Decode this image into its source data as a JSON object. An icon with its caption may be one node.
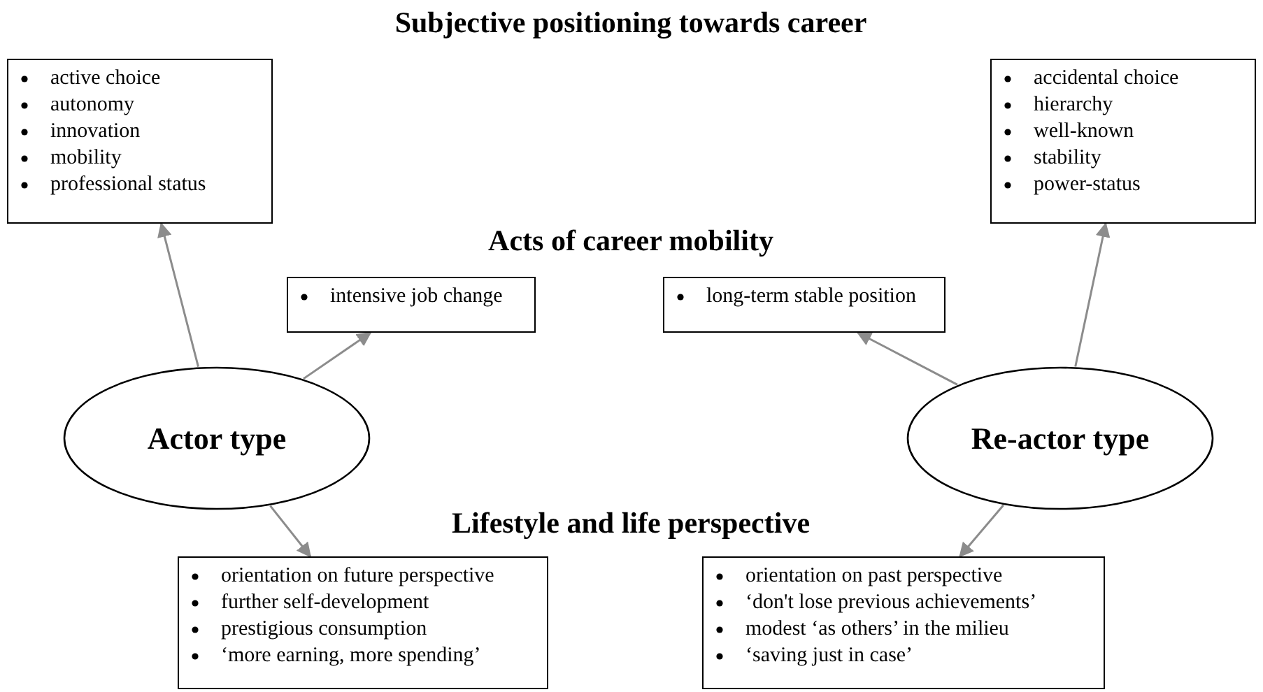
{
  "diagram": {
    "title": "Subjective positioning towards career",
    "nodes": [
      {
        "text": [
          "active choice",
          "autonomy",
          "innovation",
          "mobility",
          "professional status"
        ]
      },
      {
        "text": [
          "accidental choice",
          "hierarchy",
          "well-known",
          "stability",
          "power-status"
        ]
      },
      {
        "text": [
          "intensive job change"
        ]
      },
      {
        "text": [
          "long-term stable position"
        ]
      },
      {
        "text": [
          "Actor type"
        ]
      },
      {
        "text": [
          "Re-actor type"
        ]
      },
      {
        "text": [
          "orientation on future perspective",
          "further self-development",
          "prestigious consumption",
          "‘more earning, more spending’"
        ]
      },
      {
        "text": [
          "orientation on past perspective",
          "‘don't lose previous achievements’",
          "modest ‘as others’ in the milieu",
          "‘saving just in case’"
        ]
      }
    ],
    "edges": [
      {
        "from": 4,
        "to": 0,
        "arrow": "to"
      },
      {
        "from": 4,
        "to": 2,
        "arrow": "to"
      },
      {
        "from": 4,
        "to": 6,
        "arrow": "to"
      },
      {
        "from": 5,
        "to": 3,
        "arrow": "to"
      },
      {
        "from": 5,
        "to": 1,
        "arrow": "to"
      },
      {
        "from": 5,
        "to": 7,
        "arrow": "to"
      }
    ],
    "labels": [
      "Acts of career mobility",
      "Lifestyle and life perspective"
    ]
  }
}
